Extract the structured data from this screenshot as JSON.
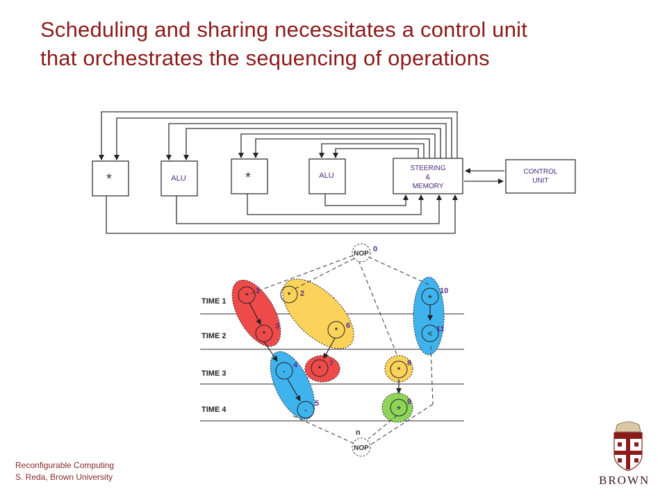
{
  "slide": {
    "title_line1": "Scheduling and sharing necessitates a control unit",
    "title_line2": "that orchestrates the sequencing of operations"
  },
  "datapath": {
    "units": [
      "*",
      "ALU",
      "*",
      "ALU"
    ],
    "steering": [
      "STEERING",
      "&",
      "MEMORY"
    ],
    "control": [
      "CONTROL",
      "UNIT"
    ]
  },
  "schedule": {
    "time_labels": [
      "TIME 1",
      "TIME 2",
      "TIME 3",
      "TIME 4"
    ],
    "source_node": {
      "op": "NOP",
      "id": "0"
    },
    "sink_node": {
      "op": "NOP",
      "id": "n"
    },
    "nodes": [
      {
        "op": "*",
        "id": "1"
      },
      {
        "op": "*",
        "id": "2"
      },
      {
        "op": "*",
        "id": "3"
      },
      {
        "op": "-",
        "id": "4"
      },
      {
        "op": "-",
        "id": "5"
      },
      {
        "op": "*",
        "id": "6"
      },
      {
        "op": "*",
        "id": "7"
      },
      {
        "op": "*",
        "id": "8"
      },
      {
        "op": "+",
        "id": "9"
      },
      {
        "op": "+",
        "id": "10"
      },
      {
        "op": "<",
        "id": "11"
      }
    ],
    "colors": {
      "red": "#ef4a4a",
      "yellow": "#fbd35a",
      "blue": "#3fb3ee",
      "green": "#8fd45a",
      "title": "#8b1a1a"
    }
  },
  "footer": {
    "line1": "Reconfigurable Computing",
    "line2": "S. Reda, Brown University",
    "logo": "BROWN"
  }
}
